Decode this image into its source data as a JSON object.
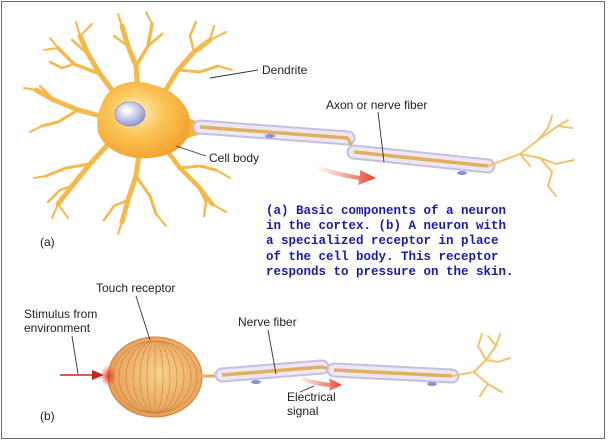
{
  "labels": {
    "dendrite": "Dendrite",
    "axon": "Axon or nerve fiber",
    "cell_body": "Cell body",
    "panel_a": "(a)",
    "touch_receptor": "Touch receptor",
    "stimulus_line1": "Stimulus from",
    "stimulus_line2": "environment",
    "nerve_fiber": "Nerve fiber",
    "electrical_line1": "Electrical",
    "electrical_line2": "signal",
    "panel_b": "(b)"
  },
  "caption": {
    "lines": [
      "(a) Basic components of a neuron",
      "in the cortex. (b) A neuron with",
      "a specialized receptor in place",
      "of the cell body. This receptor",
      "responds to pressure on the skin."
    ]
  },
  "colors": {
    "cell_body": "#f7b43a",
    "dendrite": "#f5b84a",
    "nucleus": "#bcc0e8",
    "myelin": "#dcd4ec",
    "axon_core": "#e5b560",
    "receptor": "#e9ab63",
    "signal_arrow": "#e0442c",
    "caption_text": "#1a1aa6"
  }
}
